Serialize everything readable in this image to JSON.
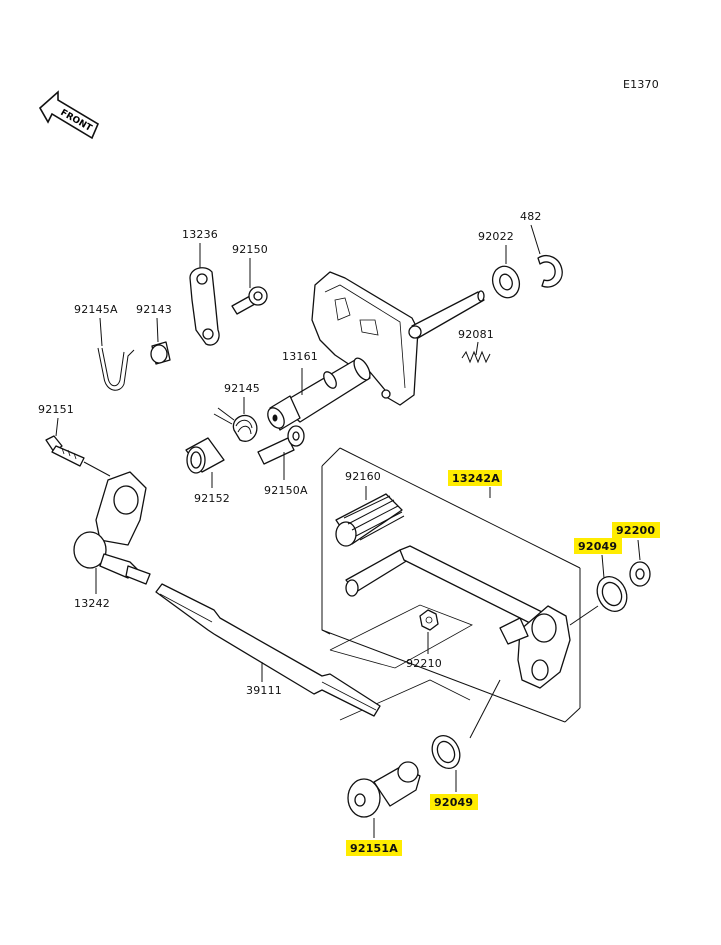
{
  "diagram_code": "E1370",
  "front_label": "FRONT",
  "parts": {
    "p13236": "13236",
    "p92150": "92150",
    "p92145A": "92145A",
    "p92143": "92143",
    "p92022": "92022",
    "p482": "482",
    "p92081": "92081",
    "p13161": "13161",
    "p92145": "92145",
    "p92151": "92151",
    "p92152": "92152",
    "p92150A": "92150A",
    "p92160": "92160",
    "p13242A": "13242A",
    "p92200": "92200",
    "p92049a": "92049",
    "p13242": "13242",
    "p92210": "92210",
    "p39111": "39111",
    "p92049b": "92049",
    "p92151A": "92151A"
  },
  "highlight_color": "#ffec00"
}
